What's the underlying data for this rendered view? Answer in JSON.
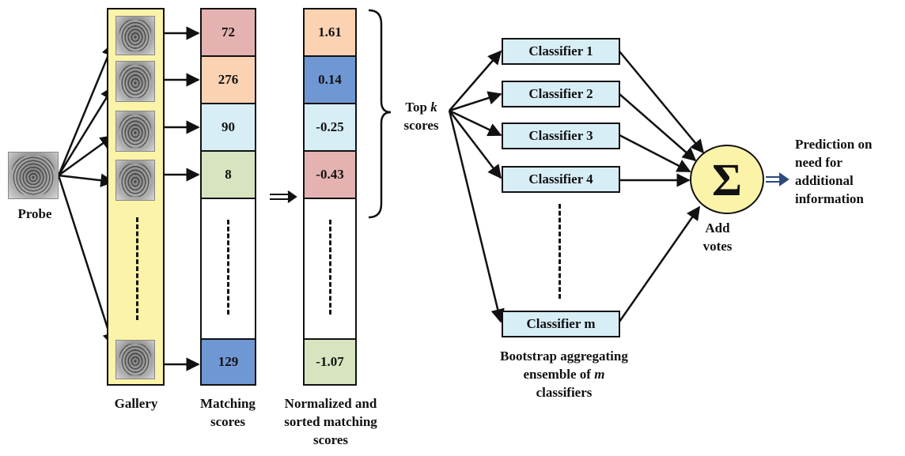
{
  "probe": {
    "label": "Probe"
  },
  "gallery": {
    "label": "Gallery"
  },
  "matching_scores": {
    "label_line1": "Matching",
    "label_line2": "scores",
    "values": [
      "72",
      "276",
      "90",
      "8",
      "129"
    ]
  },
  "normalized_scores": {
    "label_line1": "Normalized and",
    "label_line2": "sorted matching",
    "label_line3": "scores",
    "values": [
      "1.61",
      "0.14",
      "-0.25",
      "-0.43",
      "-1.07"
    ]
  },
  "top_k": {
    "line1_prefix": "Top ",
    "line1_var": "k",
    "line2": "scores"
  },
  "classifiers": [
    "Classifier 1",
    "Classifier 2",
    "Classifier 3",
    "Classifier 4",
    "Classifier m"
  ],
  "ensemble": {
    "line1": "Bootstrap aggregating",
    "line2_prefix": "ensemble of ",
    "line2_var": "m",
    "line3": "classifiers"
  },
  "sum_node": {
    "symbol": "Σ",
    "label_line1": "Add",
    "label_line2": "votes"
  },
  "prediction": {
    "line1": "Prediction on",
    "line2": "need for",
    "line3": "additional",
    "line4": "information"
  },
  "colors": {
    "gallery_bg": "#fbf3a8",
    "pink": "#e4b3b1",
    "peach": "#fbd2b2",
    "lightblue": "#d7eef6",
    "green": "#d8e4bf",
    "blue": "#6f97d3",
    "sum_fill": "#fbf3a8",
    "output_arrow": "#2c4a7a"
  }
}
